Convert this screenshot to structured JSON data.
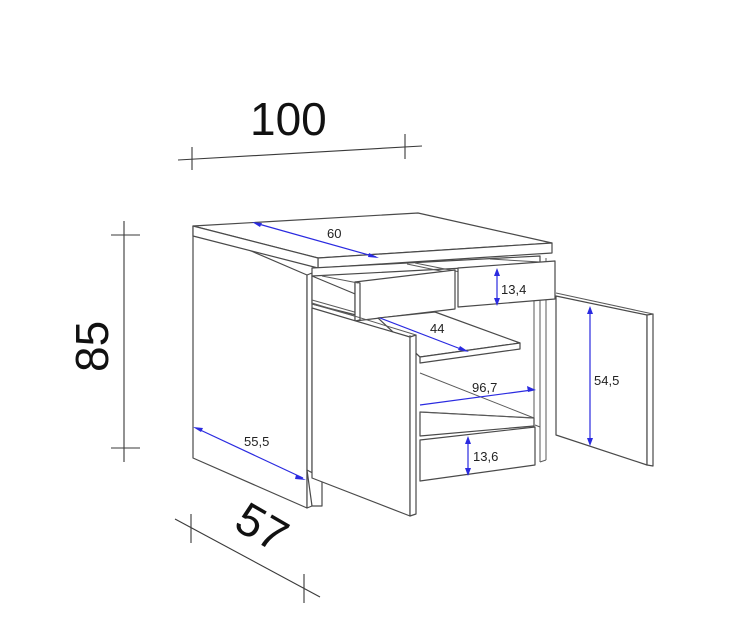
{
  "diagram": {
    "type": "technical-drawing",
    "subject": "Base cabinet with two drawers, shelves and two hinged doors",
    "units_implied": "cm",
    "colors": {
      "outline": "#4a4a4a",
      "dimension_line": "#3a3a3a",
      "inner_dimension": "#2a2ae0",
      "background": "#ffffff"
    },
    "overall_dimensions": {
      "width": "100",
      "height": "85",
      "depth": "57"
    },
    "inner_dimensions": {
      "worktop_depth": "60",
      "drawer_height": "13,4",
      "shelf_depth": "44",
      "inner_width": "96,7",
      "door_height": "54,5",
      "bottom_drawer_height": "13,6",
      "side_depth": "55,5"
    }
  }
}
